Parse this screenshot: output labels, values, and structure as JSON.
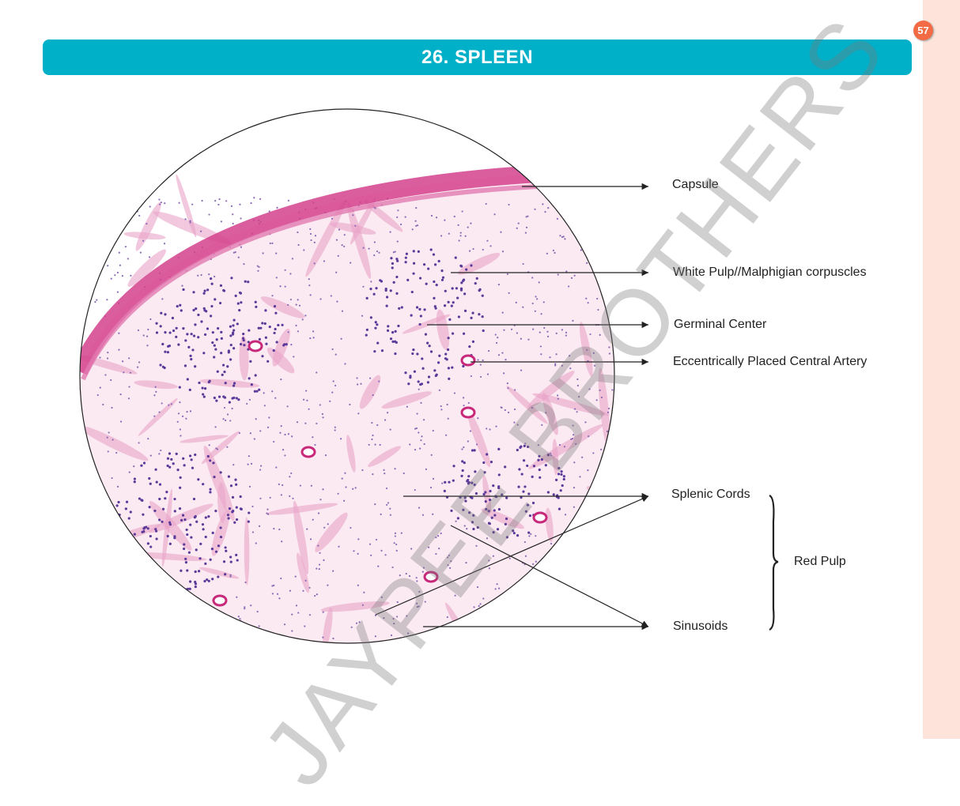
{
  "page_number": "57",
  "header": {
    "title": "26.  SPLEEN"
  },
  "watermark": "JAYPEE BROTHERS",
  "labels": {
    "capsule": "Capsule",
    "white_pulp": "White Pulp//Malphigian corpuscles",
    "germinal_center": "Germinal Center",
    "central_artery": "Eccentrically Placed Central Artery",
    "splenic_cords": "Splenic Cords",
    "sinusoids": "Sinusoids",
    "red_pulp": "Red Pulp"
  },
  "colors": {
    "header": "#00b0c8",
    "badge": "#f26b45",
    "side_strip": "#fde3da",
    "capsule": "#d4418c",
    "nuclei": "#5b3a9a"
  }
}
